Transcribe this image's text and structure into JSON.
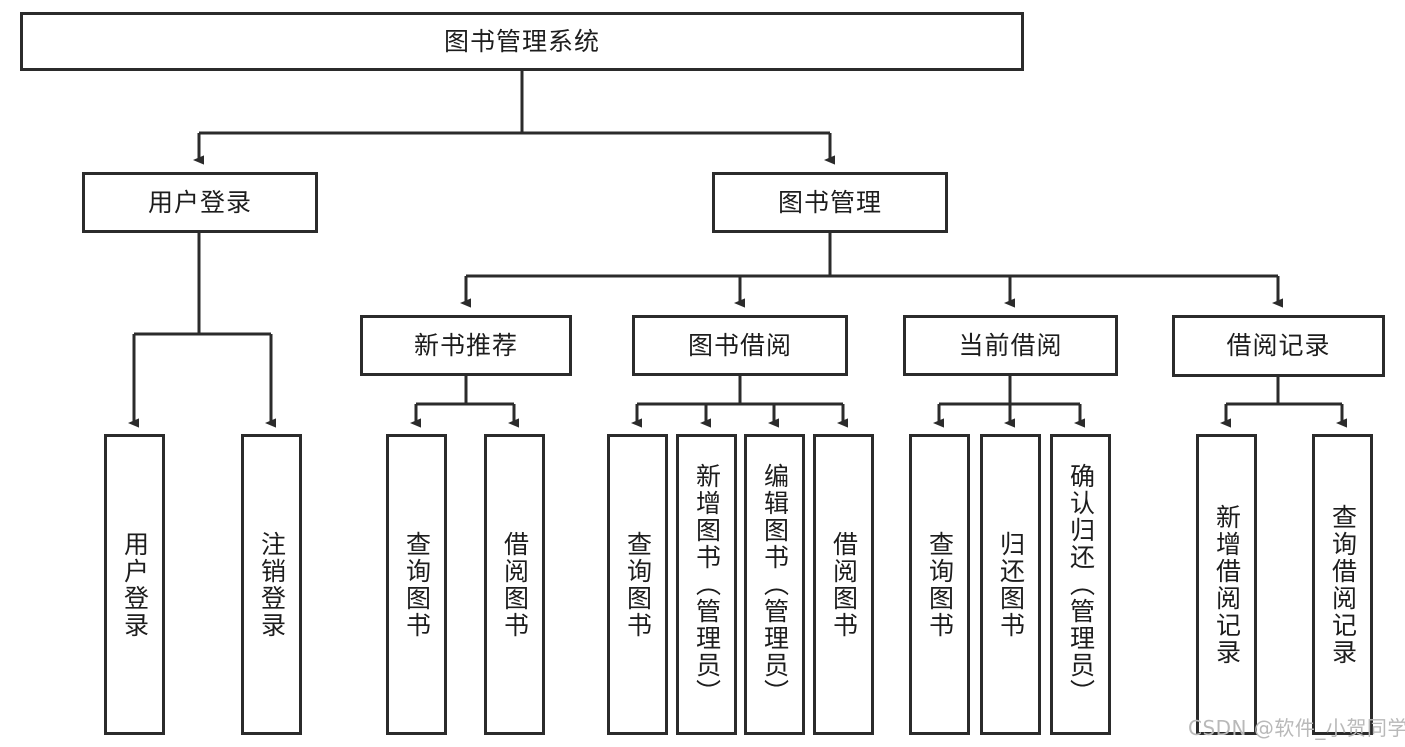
{
  "diagram": {
    "title": "图书管理系统",
    "watermark": "CSDN @软件_小贺同学",
    "colors": {
      "box_border": "#2b2b2b",
      "box_fill": "#ffffff",
      "edge": "#2b2b2b",
      "text": "#1d1d1d",
      "watermark": "#b9b9b9"
    },
    "root": {
      "label": "图书管理系统"
    },
    "level2": [
      {
        "label": "用户登录"
      },
      {
        "label": "图书管理"
      }
    ],
    "level3": [
      {
        "label": "新书推荐"
      },
      {
        "label": "图书借阅"
      },
      {
        "label": "当前借阅"
      },
      {
        "label": "借阅记录"
      }
    ],
    "leaves": {
      "user_login": [
        {
          "label": "用户登录"
        },
        {
          "label": "注销登录"
        }
      ],
      "new_book_recommend": [
        {
          "label": "查询图书"
        },
        {
          "label": "借阅图书"
        }
      ],
      "book_borrow": [
        {
          "label": "查询图书"
        },
        {
          "label": "新增图书（管理员）"
        },
        {
          "label": "编辑图书（管理员）"
        },
        {
          "label": "借阅图书"
        }
      ],
      "current_borrow": [
        {
          "label": "查询图书"
        },
        {
          "label": "归还图书"
        },
        {
          "label": "确认归还（管理员）"
        }
      ],
      "borrow_record": [
        {
          "label": "新增借阅记录"
        },
        {
          "label": "查询借阅记录"
        }
      ]
    }
  }
}
